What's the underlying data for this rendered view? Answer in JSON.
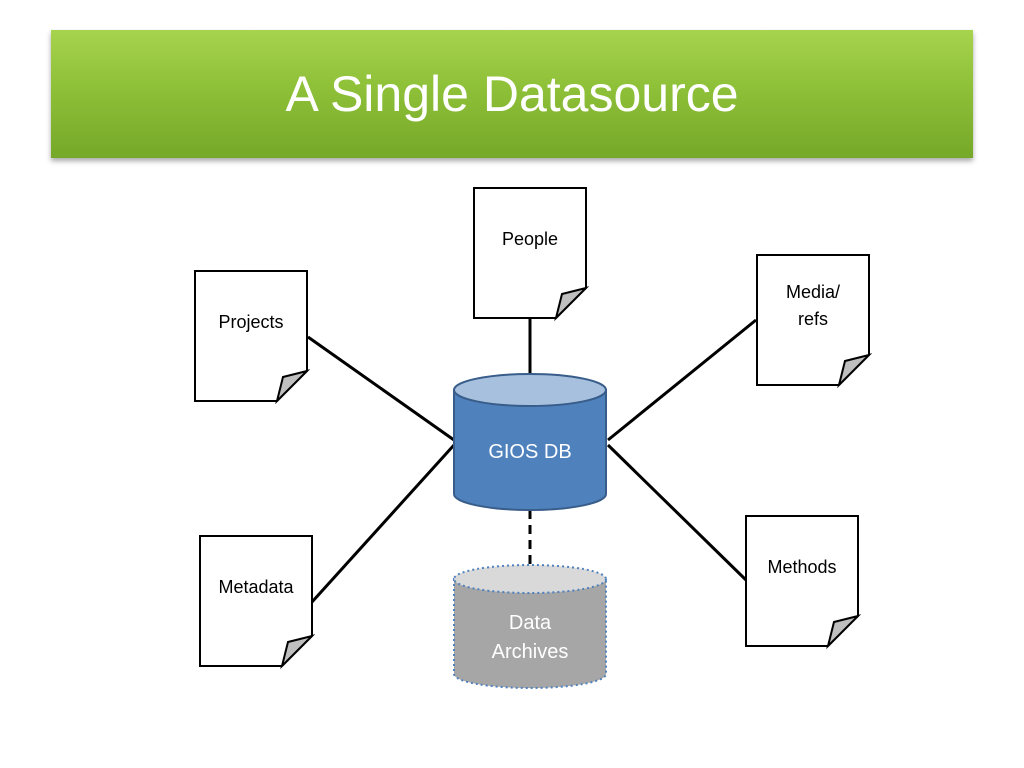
{
  "slide": {
    "title": "A Single Datasource"
  },
  "diagram": {
    "center": {
      "label": "GIOS DB",
      "color": "#4f81bd"
    },
    "archive": {
      "label_line1": "Data",
      "label_line2": "Archives",
      "color": "#a6a6a6"
    },
    "documents": {
      "people": {
        "line1": "People"
      },
      "projects": {
        "line1": "Projects"
      },
      "media": {
        "line1": "Media/",
        "line2": "refs"
      },
      "metadata": {
        "line1": "Metadata"
      },
      "methods": {
        "line1": "Methods"
      }
    },
    "colors": {
      "banner": "#8ec038",
      "document_fold": "#bfbfbf"
    }
  }
}
